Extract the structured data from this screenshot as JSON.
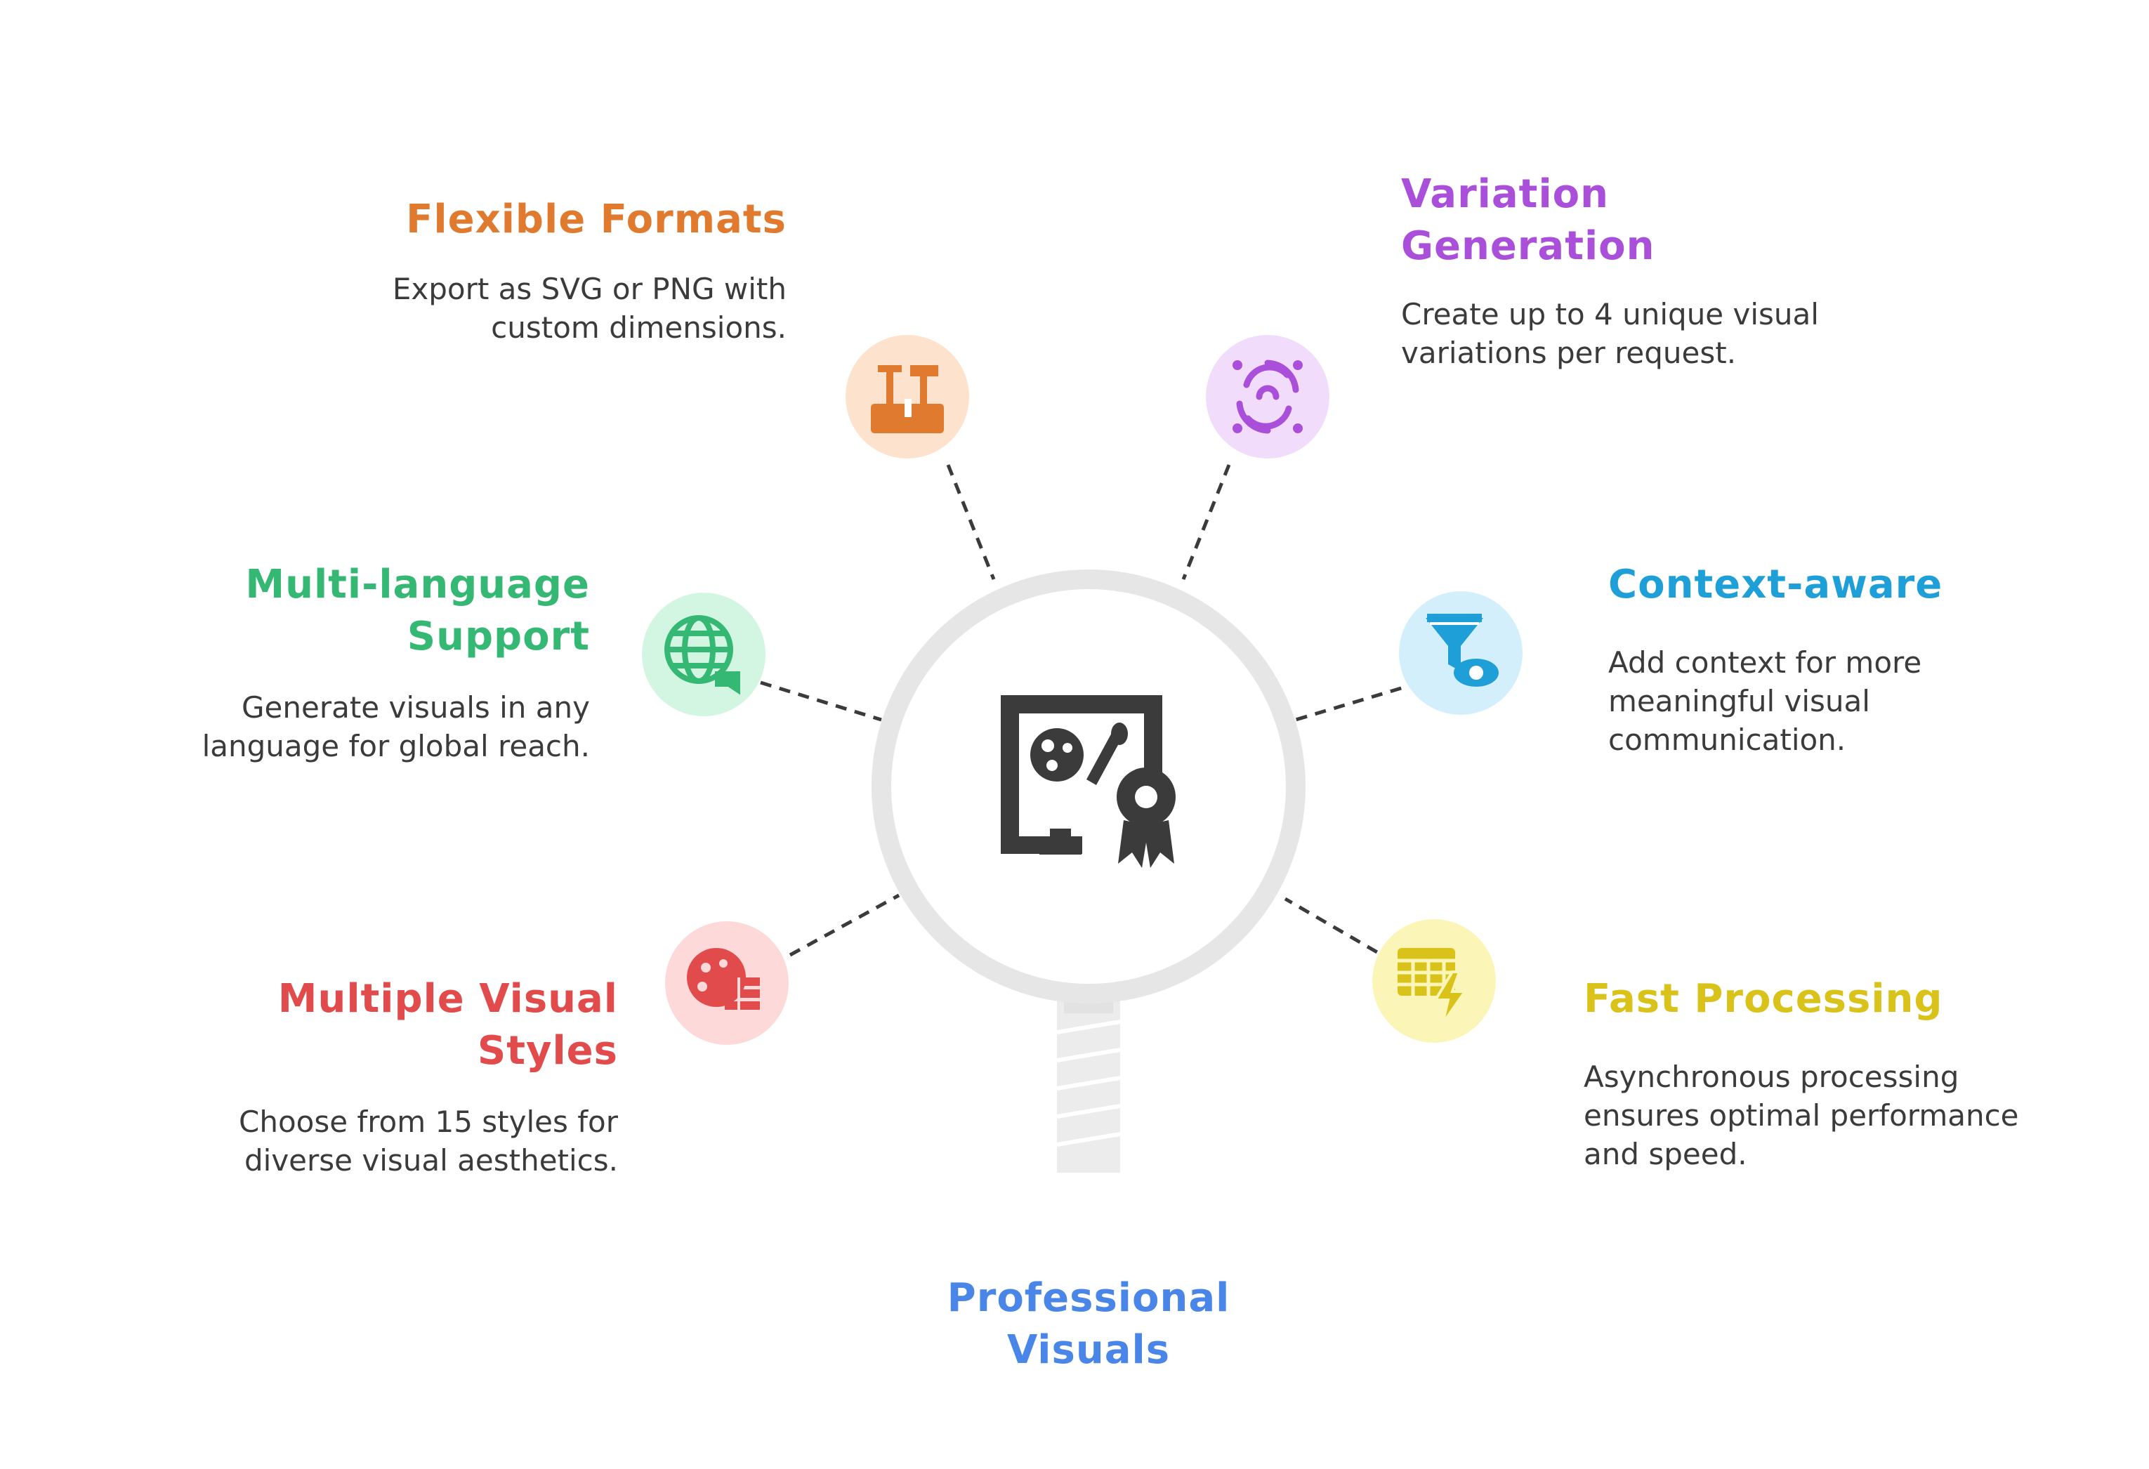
{
  "center": {
    "title": "Professional Visuals",
    "icon": "monitor-palette-award-icon",
    "color": "#4a86e8"
  },
  "features": [
    {
      "id": "flexible-formats",
      "title": "Flexible Formats",
      "description": "Export as SVG or PNG with custom dimensions.",
      "icon": "toolbox-icon",
      "color": "#e07a2f",
      "bg": "#fde3cd"
    },
    {
      "id": "variation-generation",
      "title": "Variation Generation",
      "description": "Create up to 4 unique visual variations per request.",
      "icon": "swirl-icon",
      "color": "#a94fd9",
      "bg": "#f1ddfb"
    },
    {
      "id": "multi-language-support",
      "title": "Multi-language Support",
      "description": "Generate visuals in any language for global reach.",
      "icon": "globe-chat-icon",
      "color": "#35b874",
      "bg": "#d3f6e2"
    },
    {
      "id": "context-aware",
      "title": "Context-aware",
      "description": "Add context for more meaningful visual communication.",
      "icon": "filter-eye-icon",
      "color": "#1f9fd8",
      "bg": "#d2effb"
    },
    {
      "id": "multiple-visual-styles",
      "title": "Multiple Visual Styles",
      "description": "Choose from 15 styles for diverse visual aesthetics.",
      "icon": "palette-brick-icon",
      "color": "#e24b4b",
      "bg": "#fdd9d9"
    },
    {
      "id": "fast-processing",
      "title": "Fast Processing",
      "description": "Asynchronous processing ensures optimal performance and speed.",
      "icon": "table-lightning-icon",
      "color": "#d9c21a",
      "bg": "#fbf6b8"
    }
  ],
  "colors": {
    "lens_ring": "#e6e6e6",
    "handle": "#ececec",
    "connector": "#3b3b3b",
    "center_icon": "#3b3b3b"
  }
}
